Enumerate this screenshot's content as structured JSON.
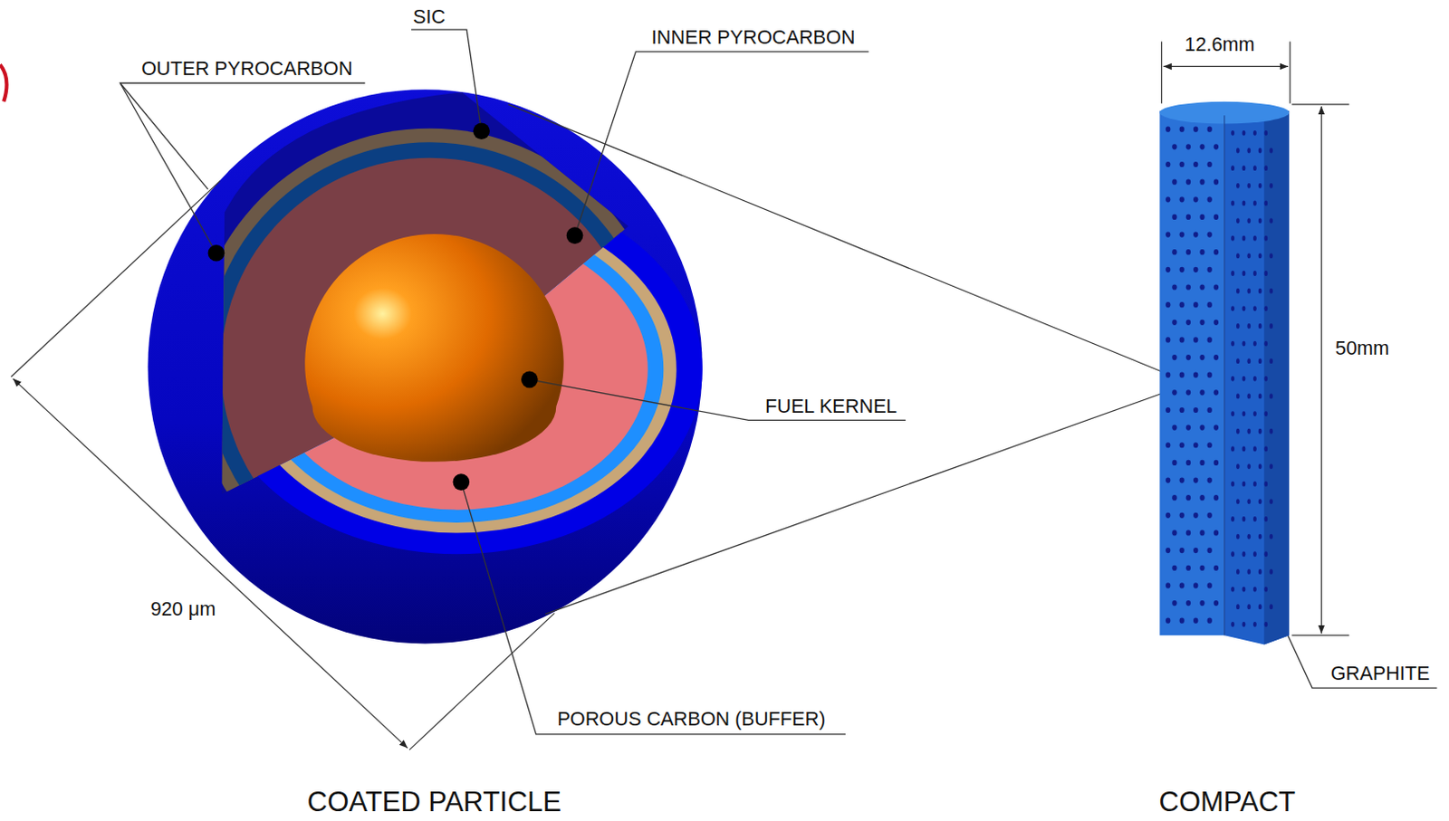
{
  "diagram": {
    "labels": [
      "SIC",
      "INNER PYROCARBON",
      "OUTER PYROCARBON",
      "12.6mm",
      "50mm",
      "FUEL KERNEL",
      "920 μm",
      "GRAPHITE",
      "POROUS CARBON (BUFFER)",
      "COATED PARTICLE",
      "COMPACT"
    ]
  }
}
